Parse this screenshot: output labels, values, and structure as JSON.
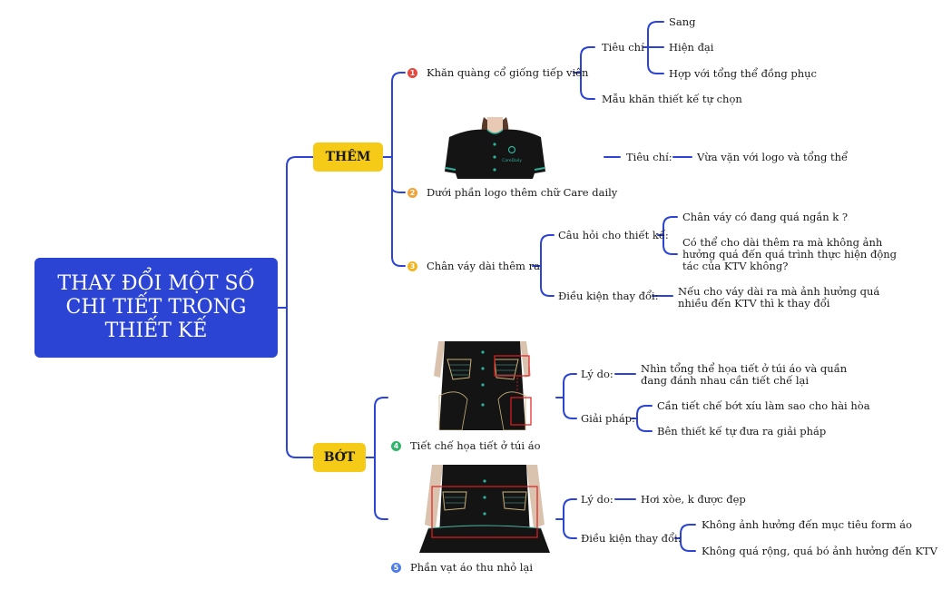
{
  "root": {
    "title": "THAY ĐỔI MỘT SỐ CHI TIẾT TRONG THIẾT KẾ"
  },
  "branches": {
    "them": "THÊM",
    "bot": "BỚT"
  },
  "items": {
    "i1": {
      "num": "1",
      "label": "Khăn quàng cổ giống tiếp viên"
    },
    "i2": {
      "num": "2",
      "label": "Dưới phần logo thêm chữ Care daily"
    },
    "i3": {
      "num": "3",
      "label": "Chân váy dài thêm ra"
    },
    "i4": {
      "num": "4",
      "label": "Tiết chế họa tiết ở túi áo"
    },
    "i5": {
      "num": "5",
      "label": "Phần vạt áo thu nhỏ lại"
    }
  },
  "details": {
    "tieu_chi_1": "Tiêu chí",
    "sang": "Sang",
    "hien_dai": "Hiện đại",
    "hop_voi": "Hợp với tổng thể đồng phục",
    "mau_khan": "Mẫu khăn thiết kế tự chọn",
    "tieu_chi_2": "Tiêu chí:",
    "vua_van": "Vừa vặn với logo và tổng thể",
    "cau_hoi": "Câu hỏi cho thiết kế:",
    "chan_vay_ngan": "Chân váy có đang quá ngắn k ?",
    "co_the": "Có thể cho dài thêm ra mà không ảnh hưởng quá đến quá trình thực hiện động tác của KTV không?",
    "dieu_kien_1": "Điều kiện thay đổi:",
    "neu_cho": "Nếu cho váy dài ra mà ảnh hưởng quá nhiều đến KTV thì k thay đổi",
    "ly_do_1": "Lý do:",
    "nhin_tong": "Nhìn tổng thể họa tiết ở túi áo và quần đang đánh nhau cần tiết chế lại",
    "giai_phap": "Giải pháp:",
    "can_tiet": "Cần tiết chế bớt xíu làm sao cho hài hòa",
    "ben_tk": "Bên thiết kế tự đưa ra giải pháp",
    "ly_do_2": "Lý do:",
    "hoi_xoe": "Hơi xòe, k được đẹp",
    "dieu_kien_2": "Điều kiện thay đổi:",
    "khong_anh": "Không ảnh hưởng đến mục tiêu form áo",
    "khong_qua": "Không quá rộng, quá bó ảnh hưởng đến KTV"
  },
  "logo_text": "CareDaily",
  "colors": {
    "line": "#2b44d3",
    "root": "#2b44d3",
    "branch": "#f5cb17",
    "n1": "#e8473f",
    "n2": "#f2a23a",
    "n3": "#f2b51f",
    "n4": "#2fb56a",
    "n5": "#4f7de8"
  }
}
